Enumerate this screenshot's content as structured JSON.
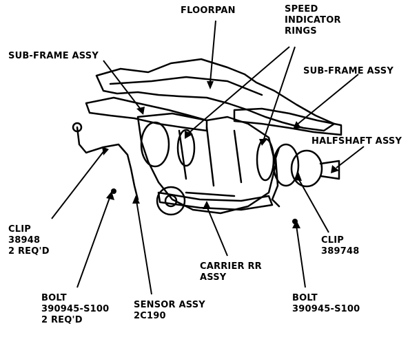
{
  "labels": {
    "floorpan": [
      "FLOORPAN"
    ],
    "speed_rings": [
      "SPEED",
      "INDICATOR",
      "RINGS"
    ],
    "subframe_left": [
      "SUB-FRAME ASSY"
    ],
    "subframe_right": [
      "SUB-FRAME ASSY"
    ],
    "halfshaft": [
      "HALFSHAFT ASSY"
    ],
    "clip_left": [
      "CLIP",
      "38948",
      "2 REQ'D"
    ],
    "clip_right": [
      "CLIP",
      "389748"
    ],
    "carrier": [
      "CARRIER RR",
      "ASSY"
    ],
    "bolt_left": [
      "BOLT",
      "390945-S100",
      "2 REQ'D"
    ],
    "sensor": [
      "SENSOR ASSY",
      "2C190"
    ],
    "bolt_right": [
      "BOLT",
      "390945-S100"
    ]
  },
  "colors": {
    "ink": "#000000",
    "paper": "#ffffff"
  }
}
